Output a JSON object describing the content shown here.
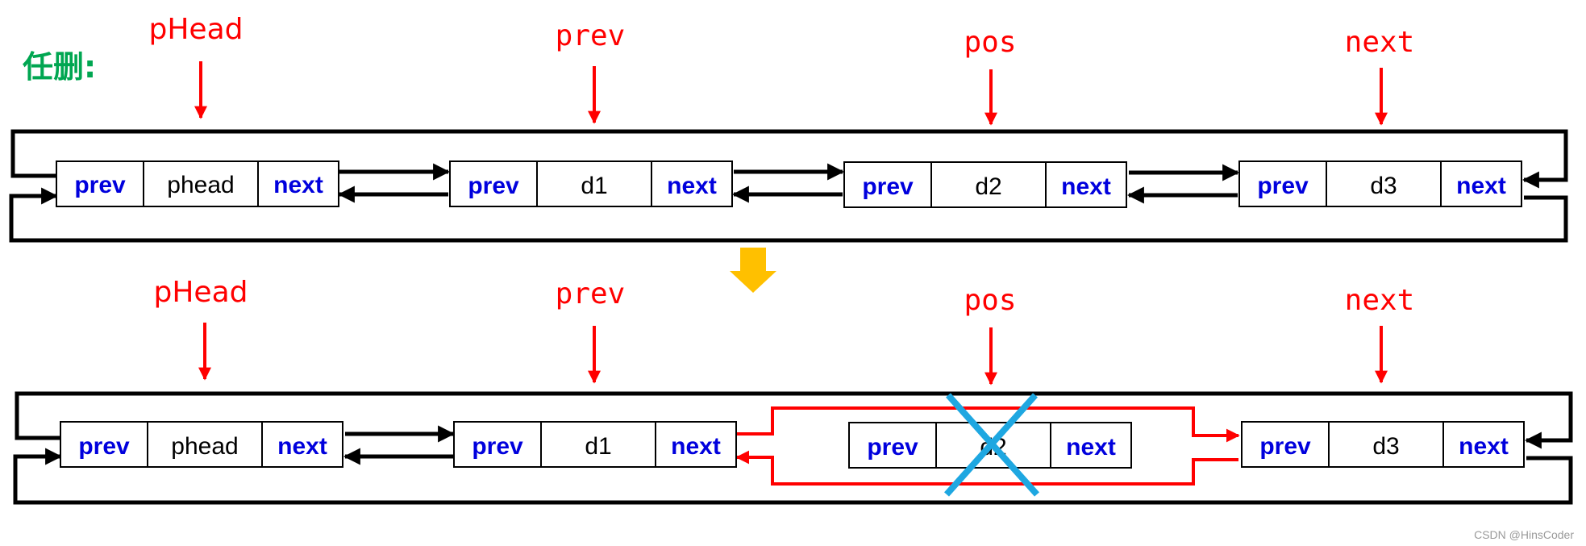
{
  "title": "任删:",
  "top_row": {
    "labels": [
      "pHead",
      "prev",
      "pos",
      "next"
    ],
    "nodes": [
      {
        "prev": "prev",
        "data": "phead",
        "next": "next"
      },
      {
        "prev": "prev",
        "data": "d1",
        "next": "next"
      },
      {
        "prev": "prev",
        "data": "d2",
        "next": "next"
      },
      {
        "prev": "prev",
        "data": "d3",
        "next": "next"
      }
    ]
  },
  "bottom_row": {
    "labels": [
      "pHead",
      "prev",
      "pos",
      "next"
    ],
    "nodes": [
      {
        "prev": "prev",
        "data": "phead",
        "next": "next"
      },
      {
        "prev": "prev",
        "data": "d1",
        "next": "next"
      },
      {
        "prev": "prev",
        "data": "d2",
        "next": "next",
        "deleted": true
      },
      {
        "prev": "prev",
        "data": "d3",
        "next": "next"
      }
    ]
  },
  "watermark": "CSDN @HinsCoder",
  "colors": {
    "label": "#ff0000",
    "pointer_text": "#0000dd",
    "title": "#00a651",
    "link_new": "#ff0000",
    "delete_mark": "#1ea7e1",
    "transition_arrow": "#ffc000"
  }
}
